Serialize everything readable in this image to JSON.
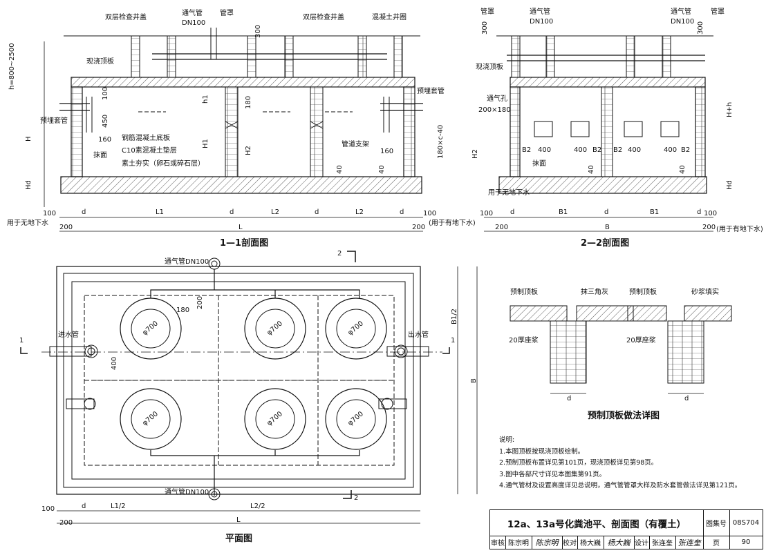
{
  "section11": {
    "title": "1—1剖面图",
    "labels": {
      "double_cover_left": "双层检查井盖",
      "vent_pipe": "通气管",
      "vent_dn": "DN100",
      "pipe_hood": "管罩",
      "double_cover_right": "双层检查井盖",
      "concrete_ring": "混凝土井圈",
      "cast_roof": "现浇顶板",
      "buried_sleeve_left": "预埋套管",
      "buried_sleeve_right": "预埋套管",
      "rc_bottom": "钢筋混凝土底板",
      "c10_cushion": "C10素混凝土垫层",
      "rammed": "素土夯实（卵石或碎石层）",
      "plaster": "抹面",
      "pipe_bracket": "管道支架",
      "no_gw": "用于无地下水",
      "with_gw": "(用于有地下水)"
    },
    "dims": {
      "h_range": "h=800~2500",
      "H": "H",
      "Hd": "Hd",
      "h1": "h1",
      "H1": "H1",
      "H2": "H2",
      "d100": "100",
      "d450": "450",
      "d160a": "160",
      "d160b": "160",
      "d180": "180",
      "d300": "300",
      "d40a": "40",
      "d40b": "40",
      "d100b": "100",
      "d100c": "100",
      "d200a": "200",
      "d200b": "200",
      "L1": "L1",
      "L2a": "L2",
      "L2b": "L2",
      "d_a": "d",
      "d_b": "d",
      "d_c": "d",
      "d_d": "d",
      "L": "L"
    }
  },
  "section22": {
    "title": "2—2剖面图",
    "labels": {
      "pipe_hood_left": "管罩",
      "vent_pipe_left": "通气管",
      "dn_left": "DN100",
      "vent_pipe_right": "通气管",
      "dn_right": "DN100",
      "pipe_hood_right": "管罩",
      "cast_roof": "现浇顶板",
      "vent_hole": "通气孔",
      "vent_hole_size": "200×180",
      "plaster": "抹面",
      "no_gw": "用于无地下水",
      "with_gw": "(用于有地下水)"
    },
    "dims": {
      "d300a": "300",
      "d300b": "300",
      "Hh": "H+h",
      "c40": "180×c-40",
      "H2": "H2",
      "Hd": "Hd",
      "B2a": "B2",
      "B2b": "B2",
      "B2c": "B2",
      "B2d": "B2",
      "w400a": "400",
      "w400b": "400",
      "w400c": "400",
      "w400d": "400",
      "d40a": "40",
      "d40b": "40",
      "d100a": "100",
      "d100b": "100",
      "d200a": "200",
      "d200b": "200",
      "B1a": "B1",
      "B1b": "B1",
      "d_a": "d",
      "d_b": "d",
      "d_c": "d",
      "B": "B"
    }
  },
  "plan": {
    "title": "平面图",
    "labels": {
      "vent_top": "通气管DN100",
      "vent_bottom": "通气管DN100",
      "inlet": "进水管",
      "outlet": "出水管",
      "cut_2_top": "2",
      "cut_2_bottom": "2",
      "cut_1_left": "1",
      "cut_1_right": "1"
    },
    "circles": [
      "φ700",
      "φ700",
      "φ700",
      "φ700",
      "φ700",
      "φ700"
    ],
    "dims": {
      "d180": "180",
      "d200": "200",
      "d400": "400",
      "B1_2": "B1/2",
      "B": "B",
      "L1_2": "L1/2",
      "L2_2": "L2/2",
      "L": "L",
      "d100": "100",
      "d200b": "200",
      "d": "d"
    }
  },
  "detail": {
    "title": "预制顶板做法详图",
    "labels": {
      "precast_left": "预制顶板",
      "triangle_ash": "抹三角灰",
      "precast_right": "预制顶板",
      "mortar_fill": "砂浆填实",
      "mortar_left": "20厚座浆",
      "mortar_right": "20厚座浆",
      "d_left": "d",
      "d_right": "d"
    }
  },
  "notes": {
    "heading": "说明:",
    "items": [
      "1.本图顶板按现浇顶板绘制。",
      "2.预制顶板布置详见第101页，现浇顶板详见第98页。",
      "3.图中各部尺寸详见本图集第91页。",
      "4.通气管材及设置高度详见总说明，通气管管罩大样及防水套管做法详见第121页。"
    ]
  },
  "title_block": {
    "drawing_title": "12a、13a号化粪池平、剖面图（有覆土）",
    "atlas_label": "图集号",
    "atlas_no": "08S704",
    "review_label": "审核",
    "reviewer": "陈宗明",
    "reviewer_sig": "陈宗明",
    "check_label": "校对",
    "checker": "杨大巍",
    "checker_sig": "杨大巍",
    "design_label": "设计",
    "designer": "张连奎",
    "designer_sig": "张连奎",
    "page_label": "页",
    "page_no": "90"
  }
}
